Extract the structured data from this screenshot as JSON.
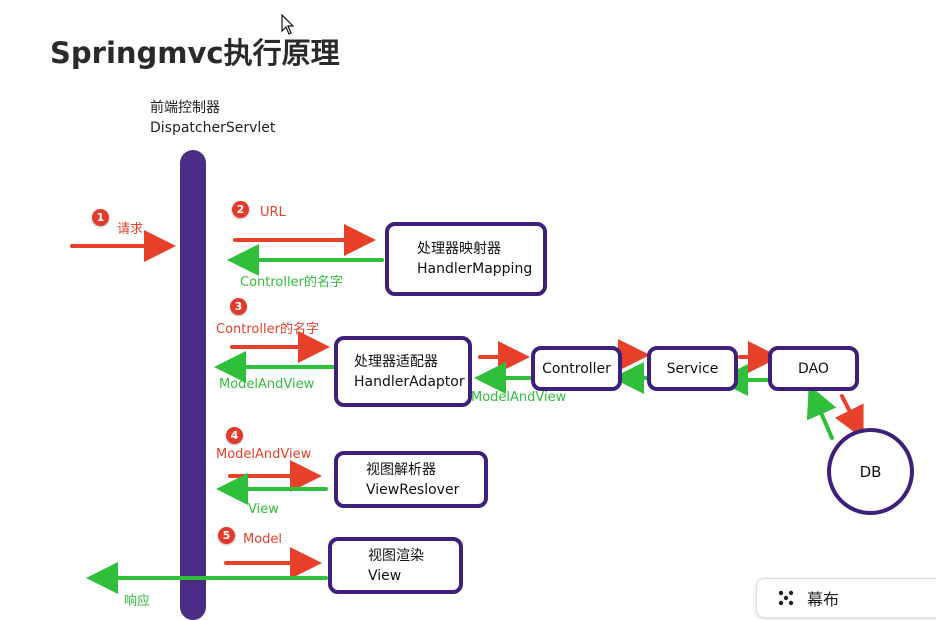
{
  "title": "Springmvc执行原理",
  "dispatcher": {
    "line1": "前端控制器",
    "line2": "DispatcherServlet"
  },
  "steps": {
    "s1": {
      "num": "1",
      "label": "请求"
    },
    "s2": {
      "num": "2",
      "label": "URL",
      "return_label": "Controller的名字"
    },
    "s3": {
      "num": "3",
      "label": "Controller的名字",
      "return_label": "ModelAndView"
    },
    "s4": {
      "num": "4",
      "label": "ModelAndView",
      "return_label": "View"
    },
    "s5": {
      "num": "5",
      "label": "Model"
    },
    "response": "响应"
  },
  "boxes": {
    "handler_mapping": {
      "line1": "处理器映射器",
      "line2": "HandlerMapping"
    },
    "handler_adaptor": {
      "line1": "处理器适配器",
      "line2": "HandlerAdaptor"
    },
    "controller": "Controller",
    "service": "Service",
    "dao": "DAO",
    "db": "DB",
    "view_resolver": {
      "line1": "视图解析器",
      "line2": "ViewReslover"
    },
    "view_render": {
      "line1": "视图渲染",
      "line2": "View"
    }
  },
  "chain_return_label": "ModelAndView",
  "subtitle_button": "幕布",
  "colors": {
    "red": "#e8402a",
    "green": "#2fbf3a",
    "purple": "#3e1f7a"
  }
}
